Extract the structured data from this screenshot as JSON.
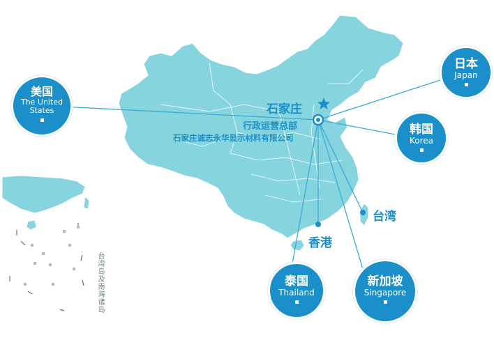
{
  "colors": {
    "land": "#86d4de",
    "border": "#ffffff",
    "accent": "#1a8fc9",
    "line": "#3aa9d8"
  },
  "hub": {
    "name": "石家庄",
    "line1": "行政运营总部",
    "line2": "石家庄诚志永华显示材料有限公司"
  },
  "destinations": {
    "usa": {
      "zh": "美国",
      "en1": "The United",
      "en2": "States"
    },
    "japan": {
      "zh": "日本",
      "en": "Japan"
    },
    "korea": {
      "zh": "韩国",
      "en": "Korea"
    },
    "thailand": {
      "zh": "泰国",
      "en": "Thailand"
    },
    "singapore": {
      "zh": "新加坡",
      "en": "Singapore"
    }
  },
  "places": {
    "taiwan": "台湾",
    "hongkong": "香港"
  },
  "inset": {
    "caption": "台湾岛及南海诸岛"
  }
}
